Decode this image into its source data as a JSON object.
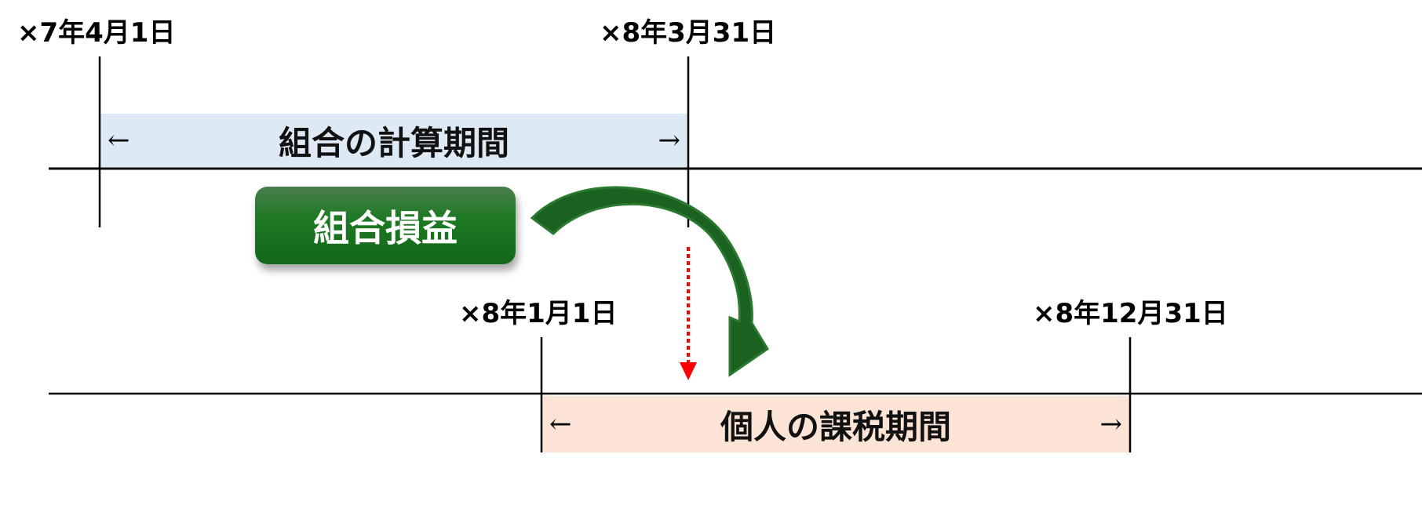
{
  "top_timeline": {
    "start_date": "×7年4月1日",
    "end_date": "×8年3月31日",
    "period_label": "組合の計算期間",
    "left_arrow": "←",
    "right_arrow": "→",
    "band_color": "#dde9f5"
  },
  "profit_box": {
    "label": "組合損益",
    "color": "#1a6e1f"
  },
  "bottom_timeline": {
    "start_date": "×8年1月1日",
    "end_date": "×8年12月31日",
    "period_label": "個人の課税期間",
    "left_arrow": "←",
    "right_arrow": "→",
    "band_color": "#fbe3d5"
  },
  "colors": {
    "curved_arrow": "#1b6120",
    "dotted_arrow": "#ff0000"
  }
}
